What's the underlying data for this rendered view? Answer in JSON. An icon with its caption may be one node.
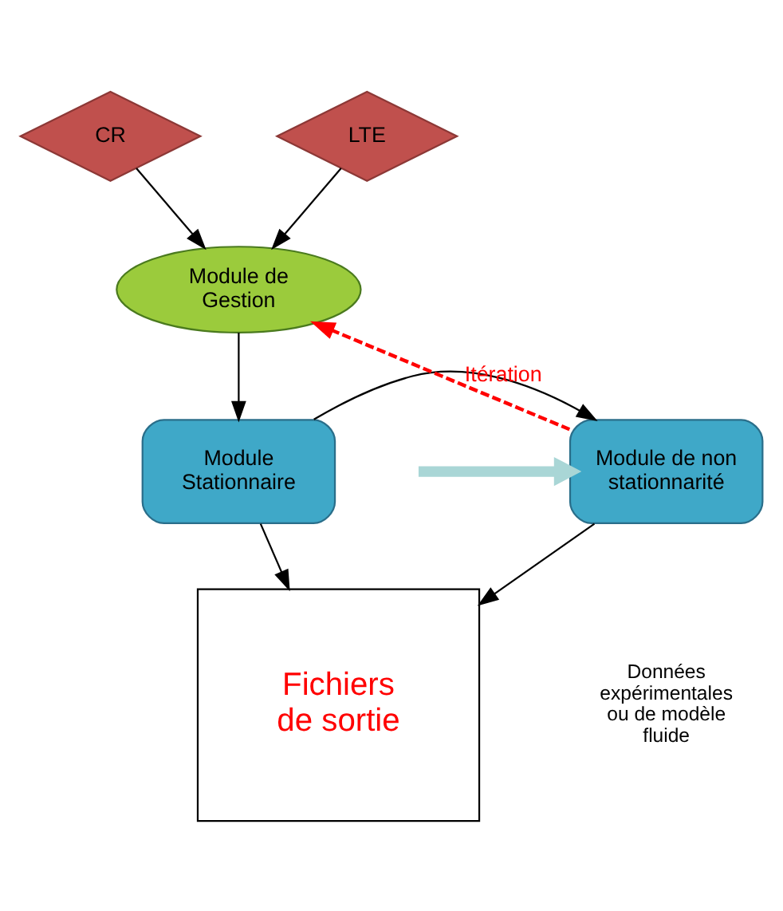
{
  "diagram": {
    "nodes": [
      {
        "text": [
          "CR"
        ]
      },
      {
        "text": [
          "LTE"
        ]
      },
      {
        "text": [
          "Module de Gestion"
        ]
      },
      {
        "text": [
          "Module Stationnaire"
        ]
      },
      {
        "text": [
          "Module de non stationnarité"
        ]
      },
      {
        "text": [
          "Fichiers de sortie"
        ]
      }
    ],
    "edges": [
      {
        "from": 0,
        "to": 2,
        "arrow": "to"
      },
      {
        "from": 1,
        "to": 2,
        "arrow": "to"
      },
      {
        "from": 2,
        "to": 3,
        "arrow": "to"
      },
      {
        "from": 3,
        "to": 4,
        "arrow": "to"
      },
      {
        "from": 4,
        "to": 2,
        "arrow": "to",
        "label": "Itération",
        "style": "dashed",
        "color": "#ff0000"
      },
      {
        "from": 3,
        "to": 5,
        "arrow": "to"
      },
      {
        "from": 4,
        "to": 5,
        "arrow": "to"
      },
      {
        "from": null,
        "to": 4,
        "arrow": "to",
        "style": "thick",
        "color": "#a9d6d6"
      }
    ],
    "labels": [
      "Données expérimentales ou de modèle fluide"
    ]
  }
}
